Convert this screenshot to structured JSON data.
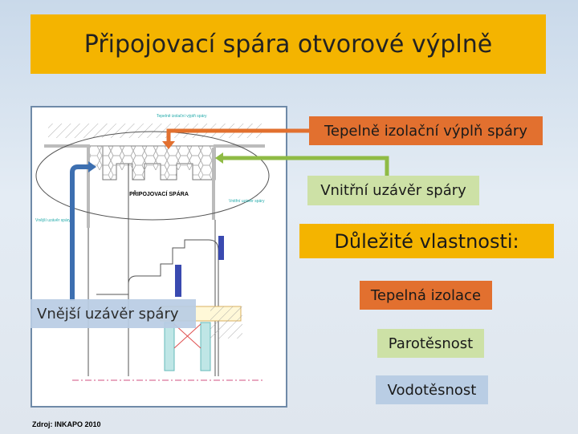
{
  "title": "Připojovací spára otvorové výplně",
  "drawing": {
    "fill_label": "Tepelně izolační výplň spáry",
    "joint_label": "PŘIPOJOVACÍ SPÁRA",
    "inner_label": "Vnitřní uzávěr spáry",
    "outer_label": "Vnější uzávěr spáry"
  },
  "callouts": {
    "thermal_fill": "Tepelně izolační výplň spáry",
    "inner_seal": "Vnitřní uzávěr spáry",
    "outer_seal": "Vnější uzávěr spáry"
  },
  "properties": {
    "heading": "Důležité vlastnosti:",
    "items": [
      "Tepelná izolace",
      "Parotěsnost",
      "Vodotěsnost"
    ]
  },
  "source": "Zdroj: INKAPO 2010",
  "colors": {
    "orange": "#e2702f",
    "green": "#cde1a6",
    "blue": "#b9cde4",
    "yellow": "#f4b400"
  }
}
